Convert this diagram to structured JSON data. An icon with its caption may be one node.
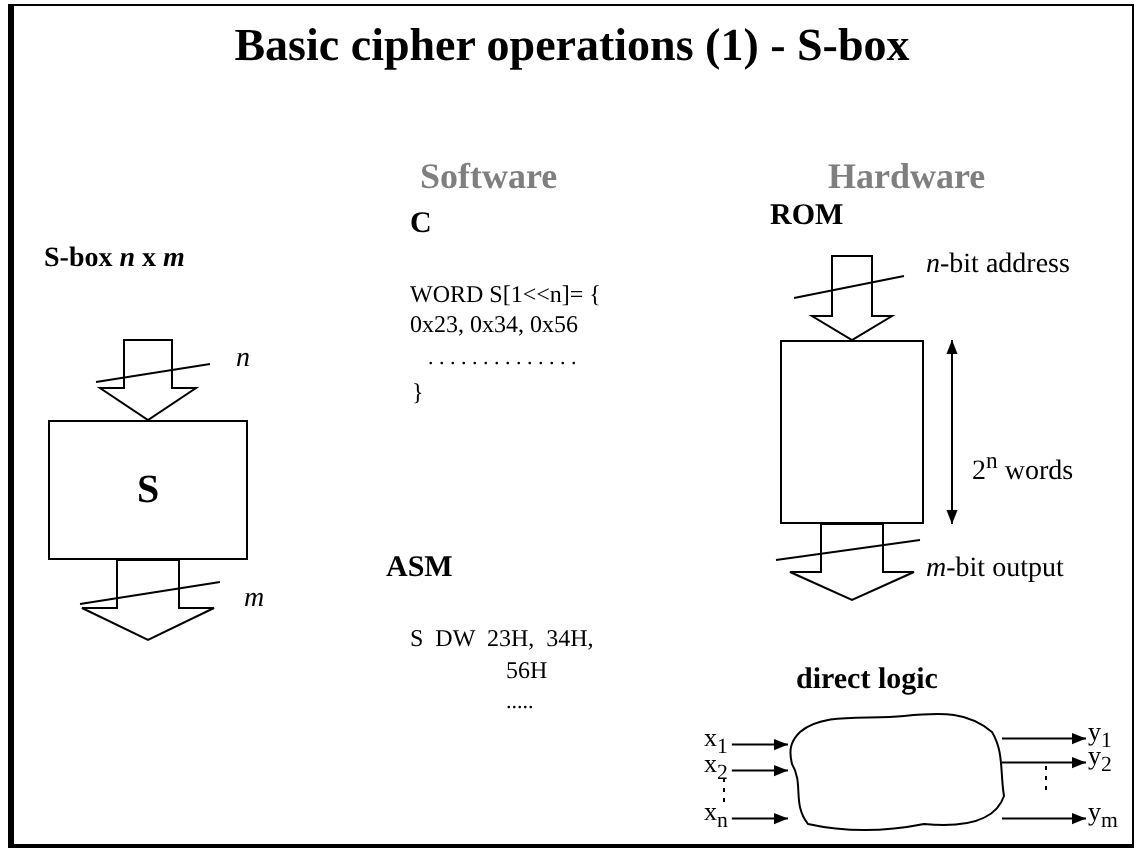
{
  "diagram": {
    "title": "Basic cipher operations (1) - S-box",
    "nodes": [
      {
        "text": [
          "S"
        ]
      },
      {
        "text": [],
        "shape": "box"
      },
      {
        "text": [],
        "shape": "cloud",
        "beside": [
          "direct logic"
        ]
      },
      {
        "text": [
          "x$_{1}$"
        ]
      },
      {
        "text": [
          "x$_{2}$"
        ]
      },
      {
        "text": [
          "x$_{n}$"
        ]
      },
      {
        "text": [
          "y$_{1}$"
        ]
      },
      {
        "text": [
          "y$_{2}$"
        ]
      },
      {
        "text": [
          "y$_{m}$"
        ]
      }
    ],
    "edges": [
      {
        "from": null,
        "to": 0,
        "arrow": "to"
      },
      {
        "from": 0,
        "to": null,
        "arrow": "to"
      },
      {
        "from": null,
        "to": 1,
        "arrow": "to"
      },
      {
        "from": 1,
        "to": null,
        "arrow": "to"
      },
      {
        "from": 3,
        "to": 2,
        "arrow": "to"
      },
      {
        "from": 4,
        "to": 2,
        "arrow": "to"
      },
      {
        "from": 5,
        "to": 2,
        "arrow": "to"
      },
      {
        "from": 2,
        "to": 6,
        "arrow": "to"
      },
      {
        "from": 2,
        "to": 7,
        "arrow": "to"
      },
      {
        "from": 2,
        "to": 8,
        "arrow": "to"
      }
    ],
    "labels": [
      "Software",
      "Hardware",
      "S-box *n* x *m*",
      "n",
      "m",
      "C",
      "WORD S[1<<n]= { 0x23, 0x34, 0x56",
      ". . . . . . . . . . . . . .",
      "}",
      "ASM",
      "S DW 23H, 34H, 56H",
      ".....",
      "ROM",
      "*n*-bit address",
      "2$^{n}$ words",
      "*m*-bit output"
    ]
  }
}
